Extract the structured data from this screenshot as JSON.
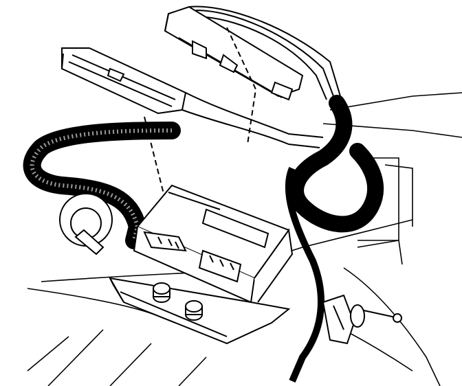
{
  "illustration": {
    "style": "black-and-white line drawing",
    "colors": {
      "ink": "#000000",
      "paper": "#ffffff"
    },
    "parts": [
      "upper-harness-connector",
      "left-harness-connector",
      "corrugated-wiring-conduit",
      "control-module",
      "mounting-bracket",
      "mounting-nut",
      "grommet",
      "ground-strap",
      "dipstick-handle"
    ]
  }
}
